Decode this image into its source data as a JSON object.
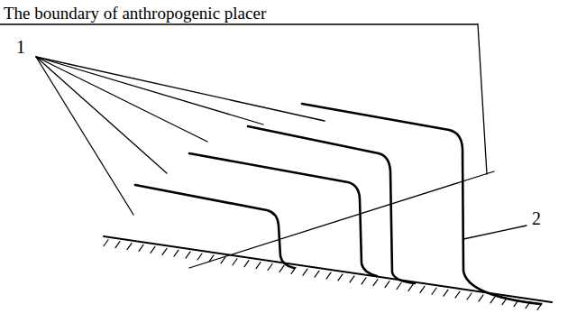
{
  "diagram": {
    "labels": [
      "The boundary of anthropogenic placer",
      "1",
      "2"
    ]
  }
}
